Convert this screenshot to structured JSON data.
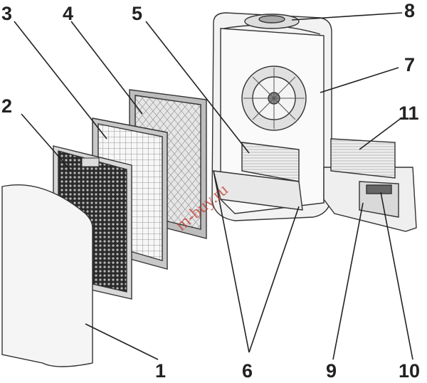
{
  "title": "Air purifier exploded view",
  "labels": [
    {
      "id": "1",
      "text": "1"
    },
    {
      "id": "2",
      "text": "2"
    },
    {
      "id": "3",
      "text": "3"
    },
    {
      "id": "4",
      "text": "4"
    },
    {
      "id": "5",
      "text": "5"
    },
    {
      "id": "6",
      "text": "6"
    },
    {
      "id": "7",
      "text": "7"
    },
    {
      "id": "8",
      "text": "8"
    },
    {
      "id": "9",
      "text": "9"
    },
    {
      "id": "10",
      "text": "10"
    },
    {
      "id": "11",
      "text": "11"
    }
  ],
  "watermark": "m-buy.ru",
  "colors": {
    "line": "#222222",
    "mesh": "#2b2b2b",
    "panel": "#f4f4f4",
    "filter": "#dcdcdc",
    "watermark": "#c0392b"
  }
}
